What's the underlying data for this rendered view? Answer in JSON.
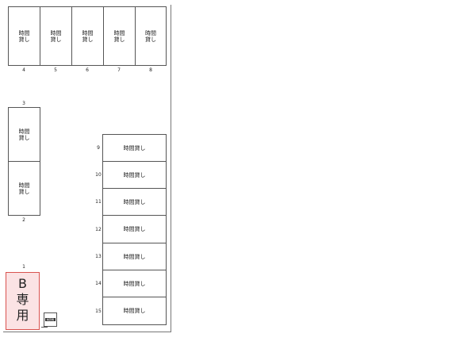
{
  "top_row": [
    {
      "number": "4",
      "label": "時間貸し"
    },
    {
      "number": "5",
      "label": "時間貸し"
    },
    {
      "number": "6",
      "label": "時間貸し"
    },
    {
      "number": "7",
      "label": "時間貸し"
    },
    {
      "number": "8",
      "label": "時間貸し"
    }
  ],
  "left_column": [
    {
      "number": "3",
      "label": "時間貸し"
    },
    {
      "number": "2",
      "label": "時間貸し"
    }
  ],
  "right_column": [
    {
      "number": "9",
      "label": "時間貸し"
    },
    {
      "number": "10",
      "label": "時間貸し"
    },
    {
      "number": "11",
      "label": "時間貸し"
    },
    {
      "number": "12",
      "label": "時間貸し"
    },
    {
      "number": "13",
      "label": "時間貸し"
    },
    {
      "number": "14",
      "label": "時間貸し"
    },
    {
      "number": "15",
      "label": "時間貸し"
    }
  ],
  "reserved_space": {
    "number": "1",
    "label": "B専用",
    "color": "#d9534f"
  },
  "pay_machine": {
    "label": "精算機"
  }
}
